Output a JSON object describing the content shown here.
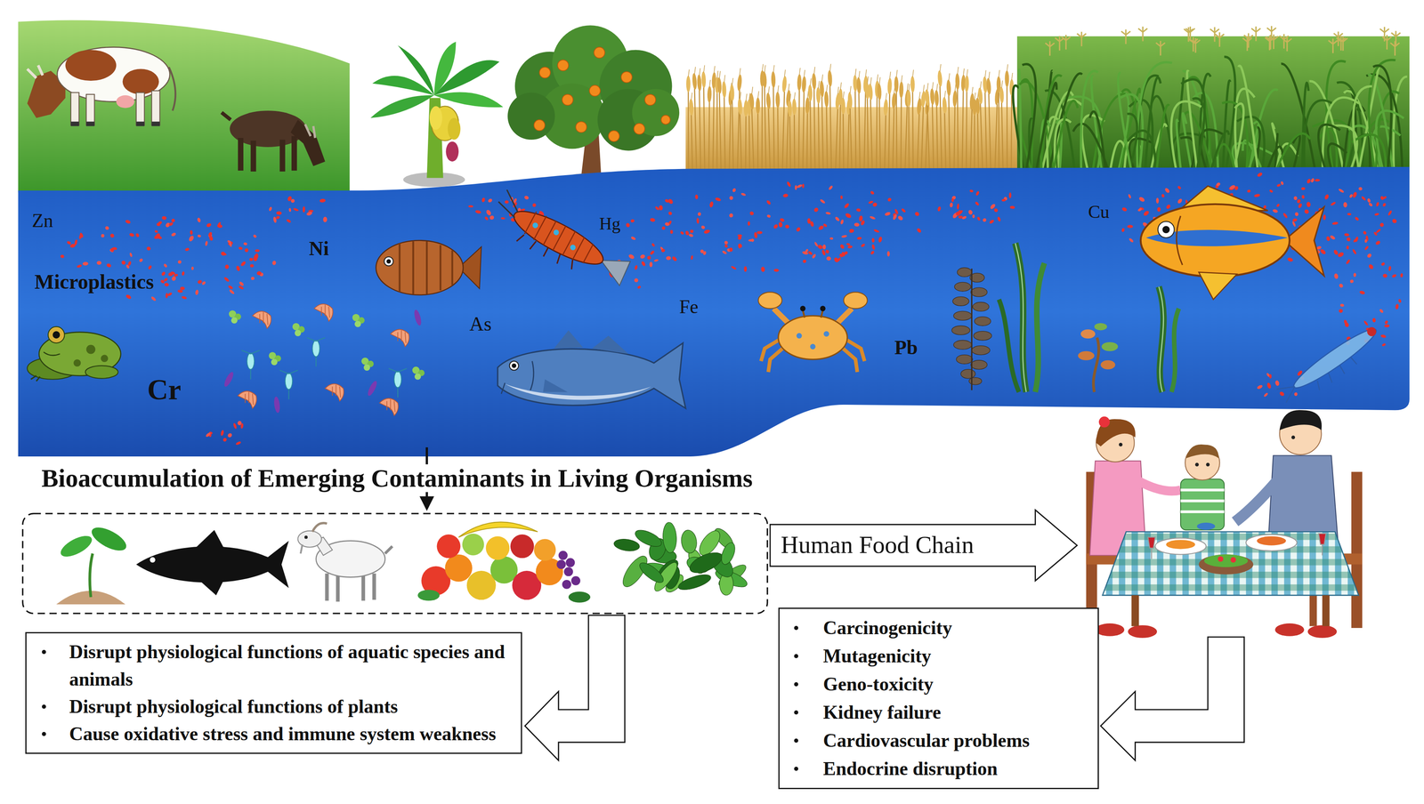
{
  "diagram": {
    "nodes": [
      {
        "text": [
          "Disrupt physiological functions of aquatic species and animals",
          "Disrupt physiological functions of plants",
          "Cause oxidative stress and immune system weakness"
        ]
      },
      {
        "text": [
          "Carcinogenicity",
          "Mutagenicity",
          "Geno-toxicity",
          "Kidney failure",
          "Cardiovascular problems",
          "Endocrine disruption"
        ]
      }
    ],
    "labels": [
      "Zn",
      "Microplastics",
      "Ni",
      "Cr",
      "As",
      "Hg",
      "Fe",
      "Pb",
      "Cu",
      "Bioaccumulation of Emerging Contaminants in Living Organisms",
      "Human Food Chain"
    ]
  }
}
